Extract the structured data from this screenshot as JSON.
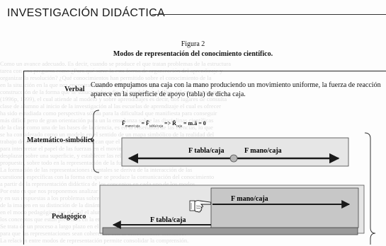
{
  "header": {
    "title": "INVESTIGACIÓN DIDÁCTICA"
  },
  "figure": {
    "number": "Figura 2",
    "caption": "Modos de representación del conocimiento científico."
  },
  "modes": {
    "verbal": {
      "label": "Verbal",
      "text": "Cuando empujamos una caja con la mano produciendo un movimiento uniforme, la fuerza de reacción aparece en la superficie de apoyo (tabla) de dicha caja."
    },
    "math": {
      "label": "Matemático-simbólico",
      "formula": "F̄mano/caja = F̄tabla/caja => R̄caja = m.ā = 0",
      "force_left_label": "F tabla/caja",
      "force_right_label": "F mano/caja"
    },
    "pedagogic": {
      "label": "Pedagógico",
      "force_hand_label": "F mano/caja",
      "force_table_label": "F tabla/caja"
    }
  },
  "colors": {
    "arrow": "#1a1a1a",
    "box_fill": "#c7c7c7",
    "table_fill": "#9a9a9a",
    "panel_fill": "#e6e6e6",
    "circle_fill": "#b5b5b5"
  },
  "icons": {
    "hand": "pointing-hand-icon"
  }
}
